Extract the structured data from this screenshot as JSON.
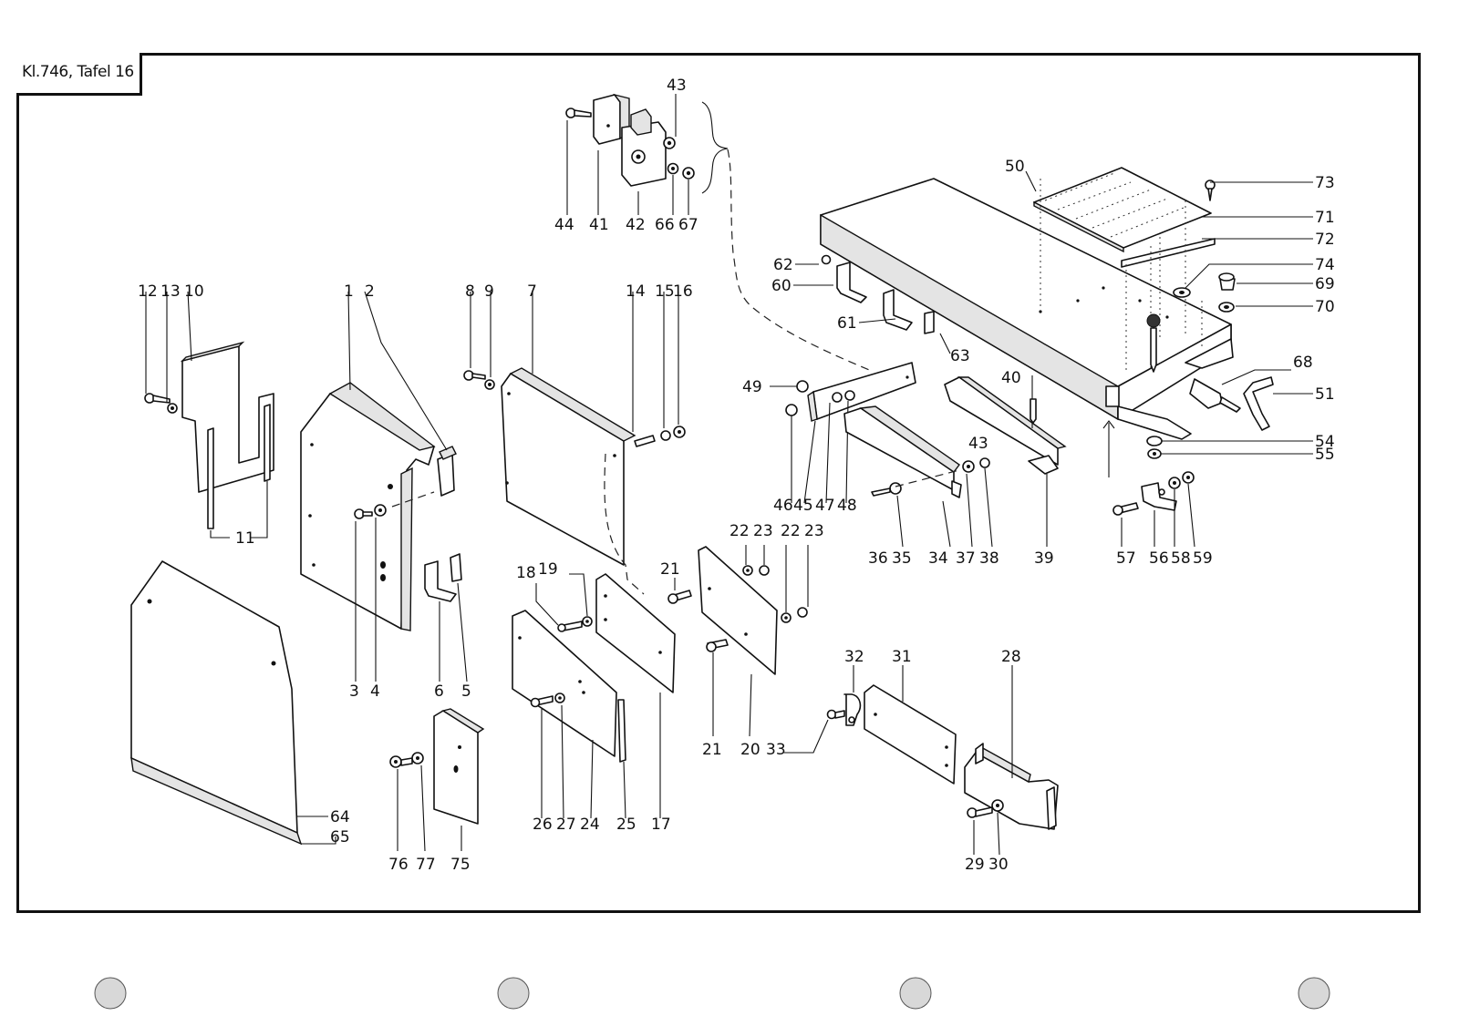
{
  "sheet": {
    "title": "Kl.746, Tafel 16"
  },
  "callouts": [
    "43",
    "44",
    "41",
    "42",
    "66",
    "67",
    "50",
    "73",
    "71",
    "72",
    "74",
    "69",
    "70",
    "62",
    "60",
    "61",
    "63",
    "68",
    "51",
    "54",
    "55",
    "12",
    "13",
    "10",
    "1",
    "2",
    "8",
    "9",
    "7",
    "14",
    "15",
    "16",
    "49",
    "40",
    "46",
    "45",
    "47",
    "48",
    "43",
    "36",
    "35",
    "34",
    "37",
    "38",
    "39",
    "57",
    "56",
    "58",
    "59",
    "11",
    "3",
    "4",
    "6",
    "5",
    "18",
    "19",
    "21",
    "22",
    "23",
    "22",
    "23",
    "32",
    "31",
    "28",
    "21",
    "20",
    "33",
    "26",
    "27",
    "24",
    "25",
    "17",
    "64",
    "65",
    "76",
    "77",
    "75",
    "29",
    "30"
  ]
}
